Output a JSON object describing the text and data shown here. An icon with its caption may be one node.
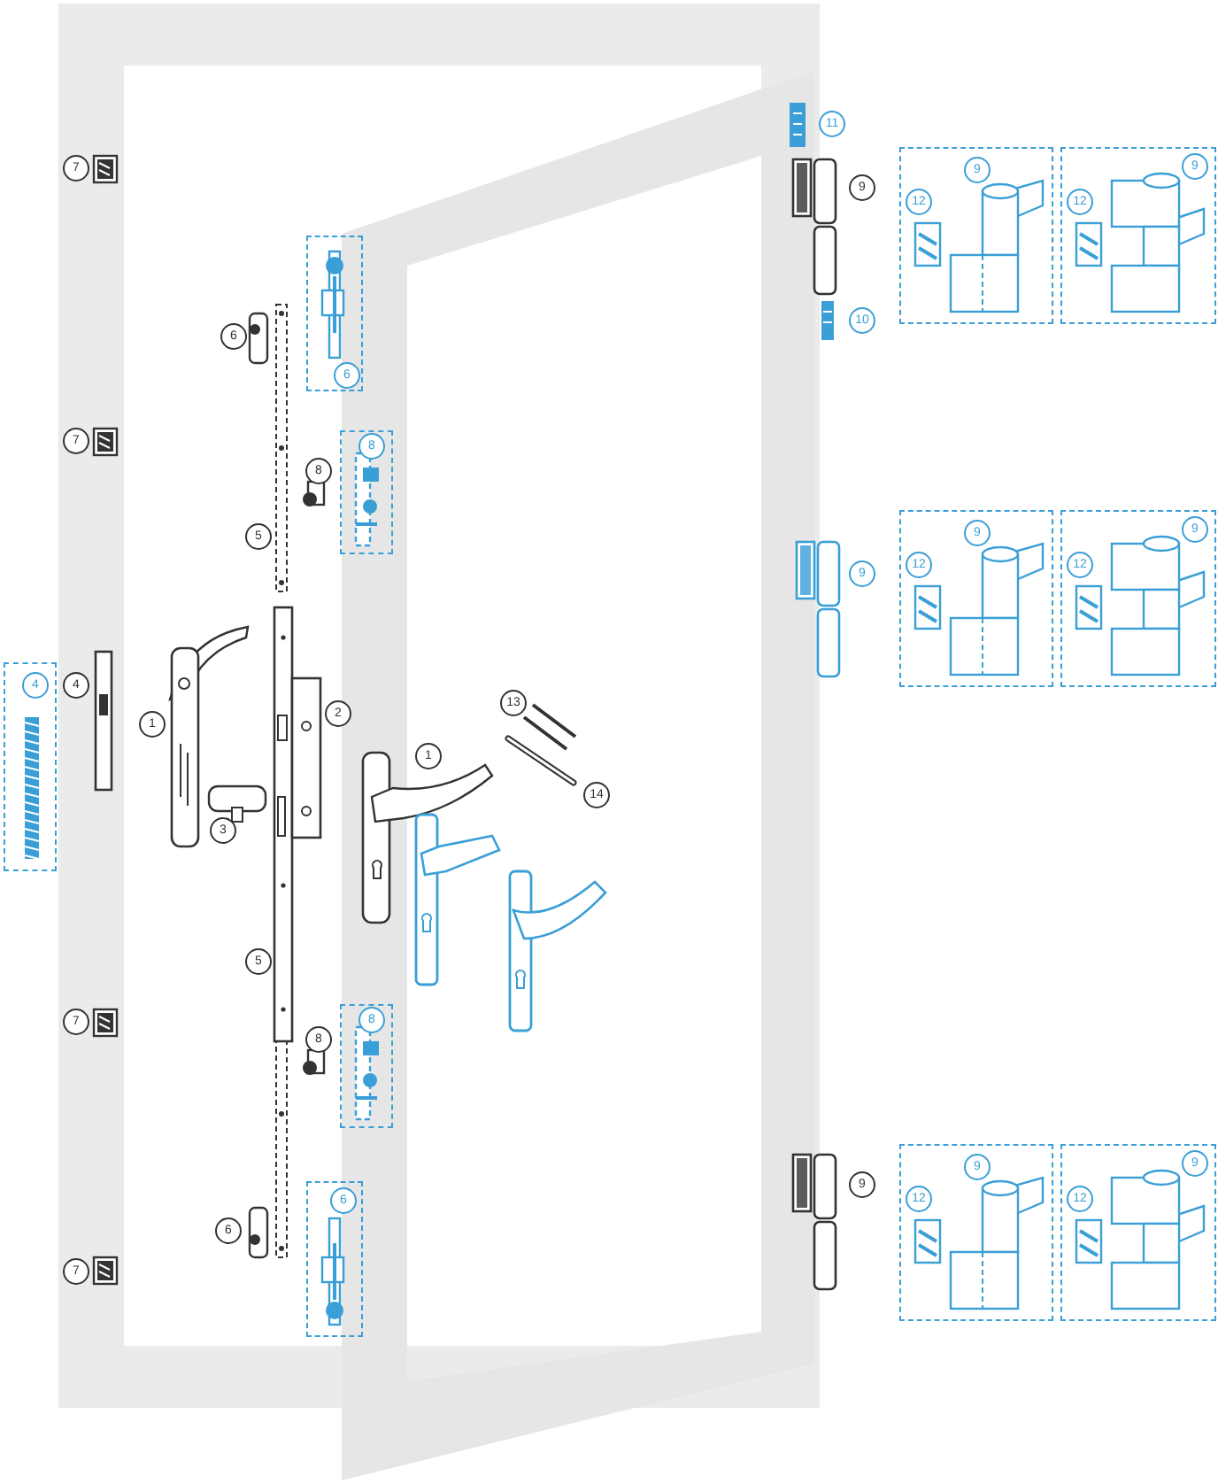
{
  "diagram": {
    "nodes": [
      {
        "text": [
          "4"
        ]
      },
      {
        "text": [
          "6"
        ]
      },
      {
        "text": [
          "8"
        ]
      },
      {
        "text": [
          "8"
        ]
      },
      {
        "text": [
          "6"
        ]
      },
      {
        "text": [
          "9",
          "12"
        ]
      },
      {
        "text": [
          "9",
          "12"
        ]
      },
      {
        "text": [
          "9",
          "12"
        ]
      },
      {
        "text": [
          "9",
          "12"
        ]
      },
      {
        "text": [
          "9",
          "12"
        ]
      },
      {
        "text": [
          "9",
          "12"
        ]
      }
    ],
    "labels": [
      "11",
      "7",
      "9",
      "6",
      "10",
      "7",
      "8",
      "5",
      "9",
      "4",
      "2",
      "13",
      "1",
      "1",
      "14",
      "3",
      "5",
      "7",
      "8",
      "9",
      "6",
      "7"
    ]
  }
}
